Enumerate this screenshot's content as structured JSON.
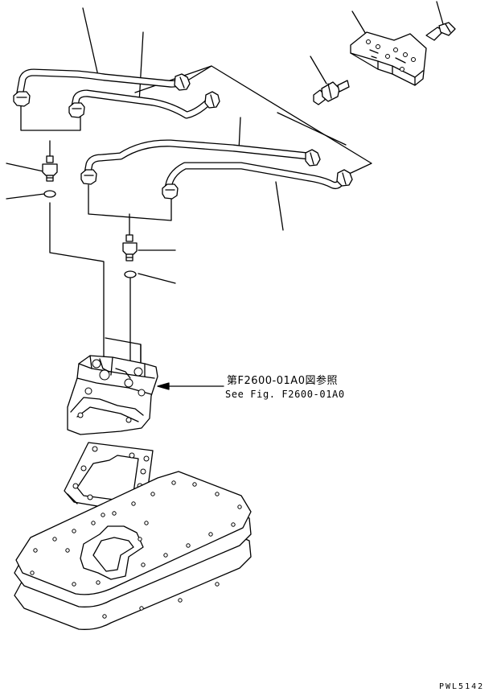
{
  "reference": {
    "japanese": "第F2600-01A0図参照",
    "english": "See Fig. F2600-01A0"
  },
  "drawing_code": "PWL5142"
}
